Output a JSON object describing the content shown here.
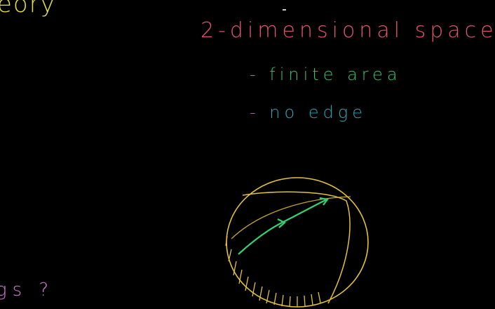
{
  "board": {
    "title_fragment": "eory",
    "heading": "2-dimensional space",
    "bullets": [
      {
        "text": "- finite area",
        "color": "#35c46b"
      },
      {
        "text": "- no edge",
        "color": "#2aa7b8"
      }
    ],
    "corner_fragment": "gs ?",
    "colors": {
      "background": "#000000",
      "title": "#e6e04a",
      "heading": "#e2566a",
      "sphere": "#e2c23a",
      "path": "#35d072",
      "corner_text": "#d87ad8"
    },
    "drawing": {
      "shape": "sphere",
      "path_arrow": "green arrow on sphere surface",
      "shading": "hatched lower half"
    }
  }
}
